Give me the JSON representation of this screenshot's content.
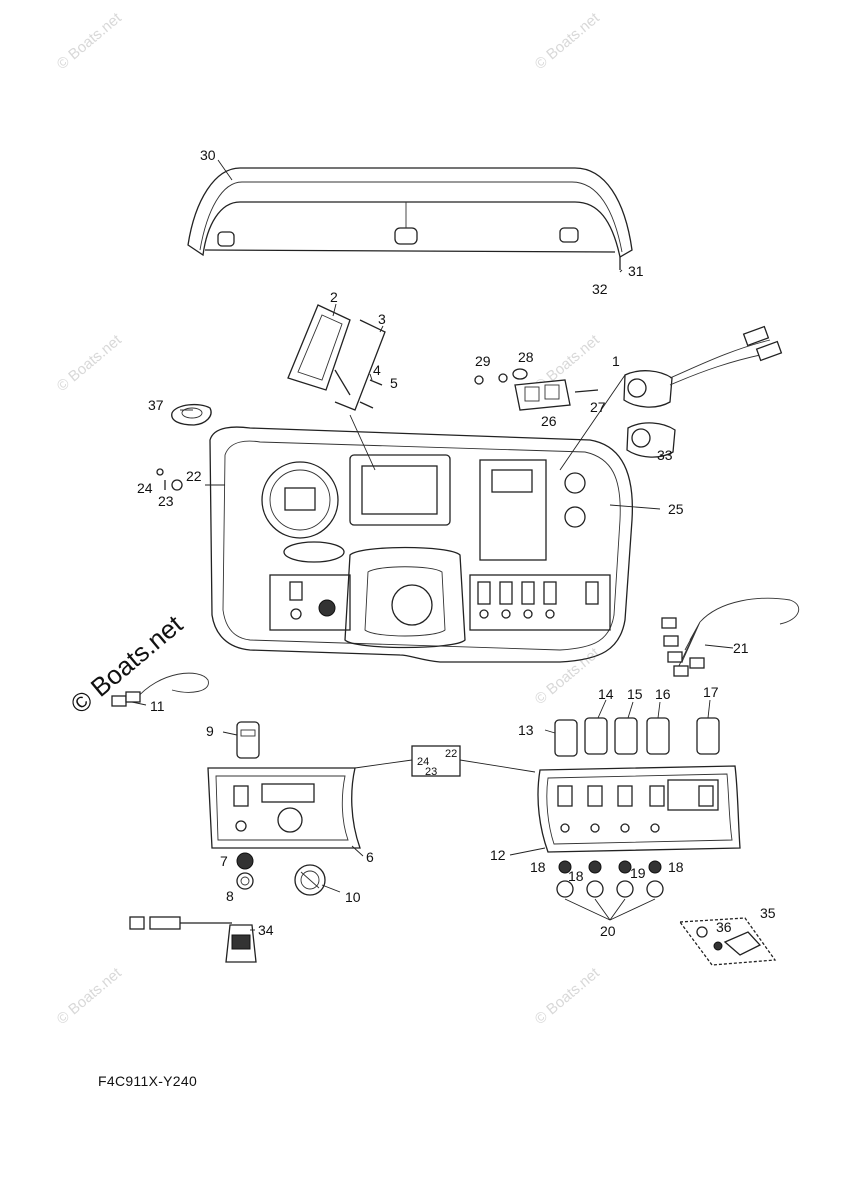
{
  "diagram": {
    "figure_code": "F4C911X-Y240",
    "watermark_text": "Boats.net",
    "callouts": {
      "c1": "1",
      "c2": "2",
      "c3": "3",
      "c4": "4",
      "c5": "5",
      "c6": "6",
      "c7": "7",
      "c8": "8",
      "c9": "9",
      "c10": "10",
      "c11": "11",
      "c12": "12",
      "c13": "13",
      "c14": "14",
      "c15": "15",
      "c16": "16",
      "c17": "17",
      "c18a": "18",
      "c18b": "18",
      "c18c": "18",
      "c19": "19",
      "c20": "20",
      "c21": "21",
      "c22": "22",
      "c23": "23",
      "c24": "24",
      "c25": "25",
      "c26": "26",
      "c27": "27",
      "c28": "28",
      "c29": "29",
      "c30": "30",
      "c31": "31",
      "c32": "32",
      "c33": "33",
      "c34": "34",
      "c35": "35",
      "c36": "36",
      "c37": "37",
      "box22": "22",
      "box23": "23",
      "box24": "24"
    }
  }
}
